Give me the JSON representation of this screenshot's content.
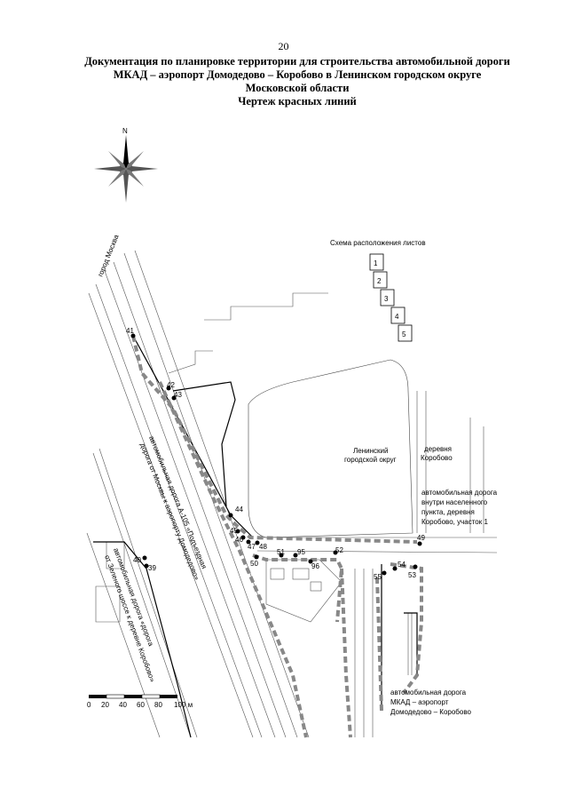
{
  "page_number": "20",
  "title": {
    "line1": "Документация по планировке территории для строительства автомобильной дороги",
    "line2": "МКАД – аэропорт Домодедово – Коробово в Ленинском городском округе",
    "line3": "Московской области",
    "line4": "Чертеж красных линий"
  },
  "compass": {
    "north_label": "N"
  },
  "sheet_scheme": {
    "title": "Схема расположения листов",
    "sheets": [
      "1",
      "2",
      "3",
      "4",
      "5"
    ]
  },
  "labels": {
    "moscow": "город Москва",
    "a105_line1": "автомобильная дорога А-105 «Подъездная",
    "a105_line2": "дорога от Москвы к аэропорту Домодедово»",
    "district_line1": "Ленинский",
    "district_line2": "городской округ",
    "village_line1": "деревня",
    "village_line2": "Коробово",
    "inner_road_line1": "автомобильная дорога",
    "inner_road_line2": "внутри населенного",
    "inner_road_line3": "пункта, деревня",
    "inner_road_line4": "Коробово, участок 1",
    "zeleny_line1": "автомобильная дорога «дорога",
    "zeleny_line2": "от Зеленого шоссе к деревне Коробово»",
    "mkad_line1": "автомобильная дорога",
    "mkad_line2": "МКАД – аэропорт",
    "mkad_line3": "Домодедово – Коробово"
  },
  "points": [
    "41",
    "42",
    "43",
    "44",
    "45",
    "46",
    "47",
    "48",
    "49",
    "50",
    "51",
    "52",
    "53",
    "54",
    "55",
    "95",
    "96",
    "39",
    "40"
  ],
  "scale_bar": {
    "ticks": [
      "0",
      "20",
      "40",
      "60",
      "80"
    ],
    "end_label": "100 м"
  }
}
